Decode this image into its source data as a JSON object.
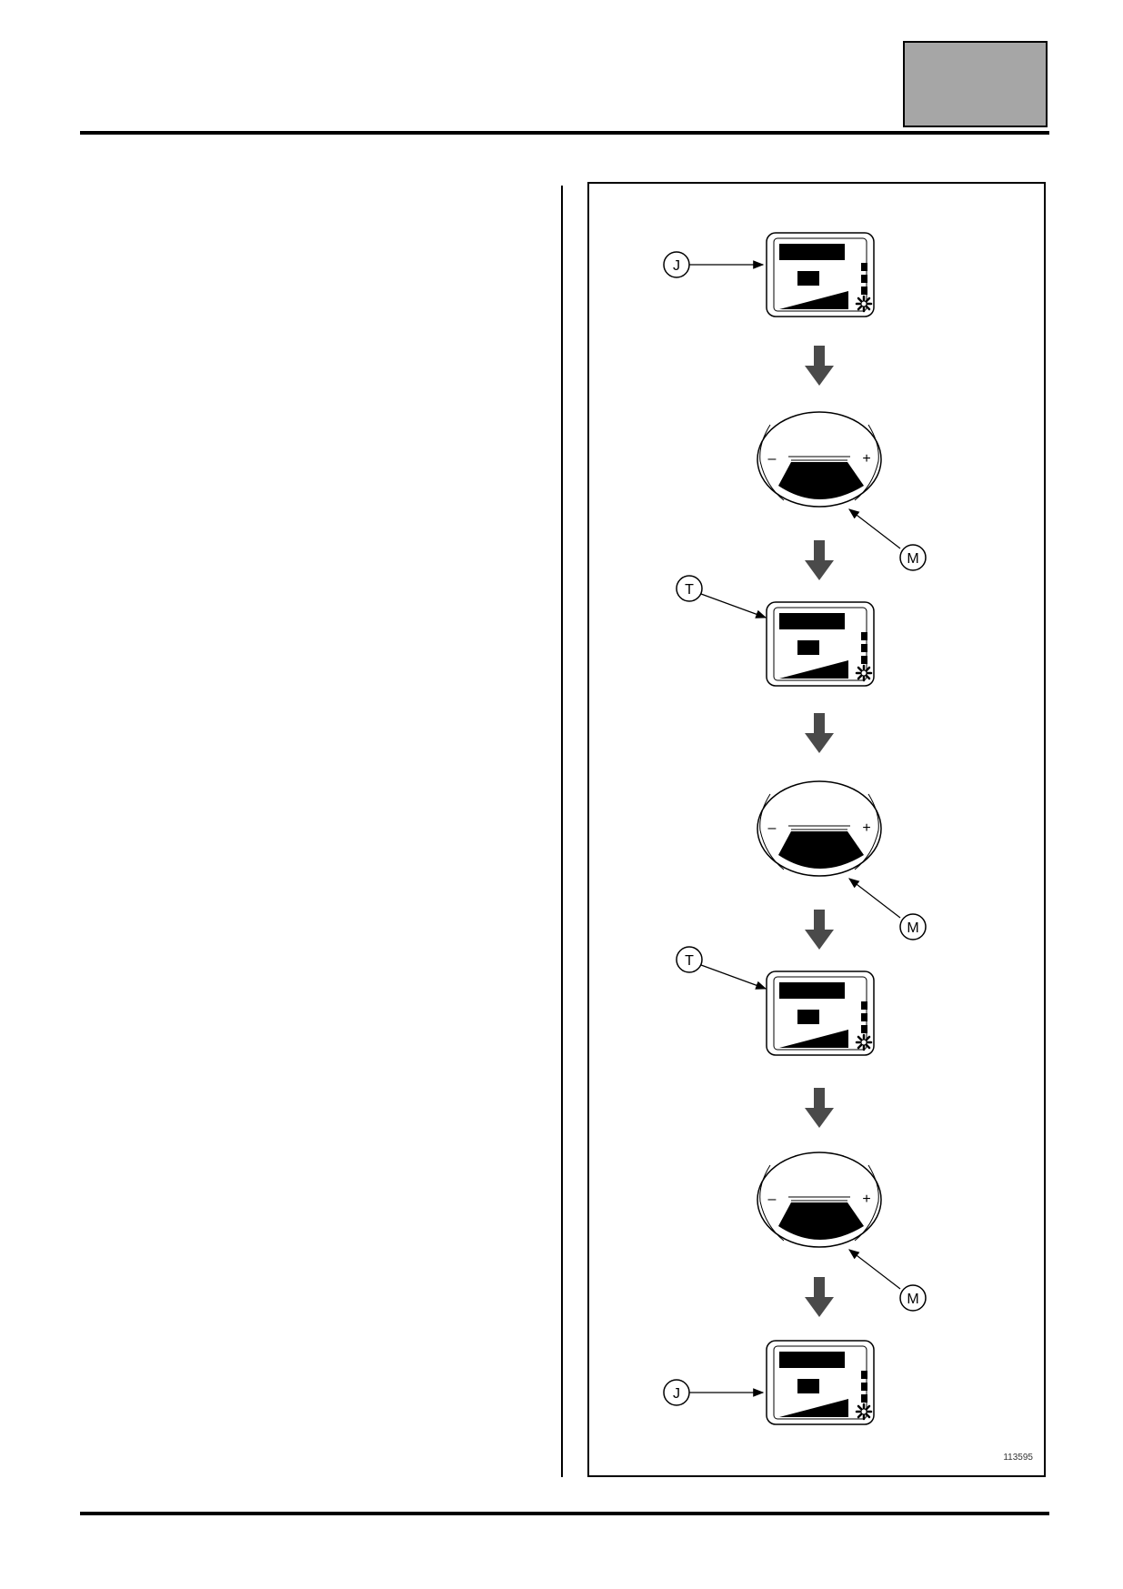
{
  "figure": {
    "callouts": {
      "j_top": "J",
      "m1": "M",
      "t1": "T",
      "m2": "M",
      "t2": "T",
      "m3": "M",
      "j_bottom": "J"
    },
    "control_panel": {
      "minus": "–",
      "plus": "+"
    },
    "reference": "113595"
  }
}
